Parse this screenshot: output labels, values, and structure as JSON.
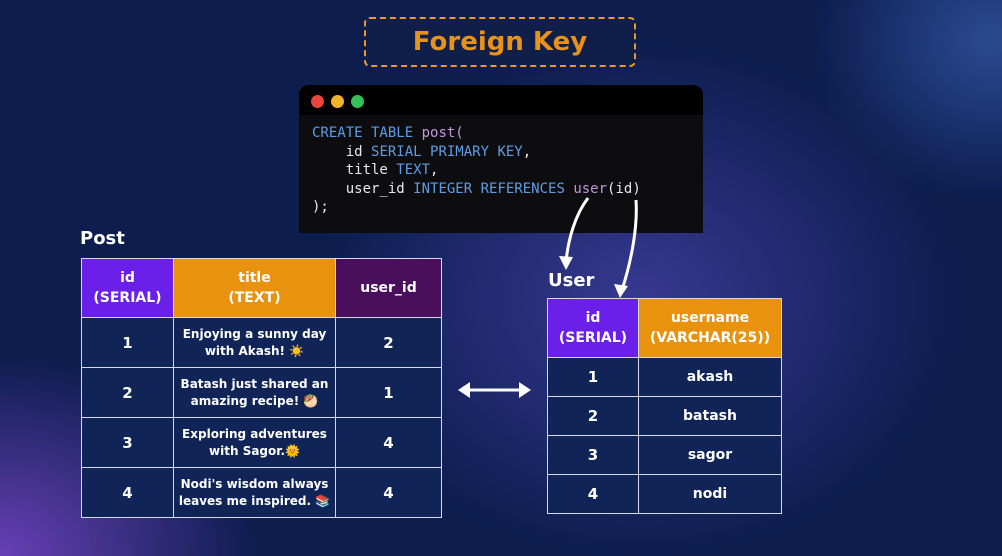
{
  "title": "Foreign Key",
  "code_lines": {
    "l1a": "CREATE TABLE",
    "l1b": " post(",
    "l2a": "    id ",
    "l2b": "SERIAL PRIMARY KEY",
    "l2c": ",",
    "l3a": "    title ",
    "l3b": "TEXT",
    "l3c": ",",
    "l4a": "    user_id ",
    "l4b": "INTEGER REFERENCES",
    "l4c": " ",
    "l4d": "user",
    "l4e": "(id)",
    "l5": ");"
  },
  "post_table": {
    "label": "Post",
    "headers": {
      "id": "id",
      "id_type": "(SERIAL)",
      "title": "title",
      "title_type": "(TEXT)",
      "user_id": "user_id"
    },
    "rows": [
      {
        "id": "1",
        "title_a": "Enjoying a sunny day",
        "title_b": "with Akash! ☀️",
        "user_id": "2"
      },
      {
        "id": "2",
        "title_a": "Batash just shared an",
        "title_b": "amazing recipe! 🥙",
        "user_id": "1"
      },
      {
        "id": "3",
        "title_a": "Exploring adventures",
        "title_b": "with Sagor.🌞",
        "user_id": "4"
      },
      {
        "id": "4",
        "title_a": "Nodi's wisdom always",
        "title_b": "leaves me inspired. 📚",
        "user_id": "4"
      }
    ]
  },
  "user_table": {
    "label": "User",
    "headers": {
      "id": "id",
      "id_type": "(SERIAL)",
      "username": "username",
      "username_type": "(VARCHAR(25))"
    },
    "rows": [
      {
        "id": "1",
        "username": "akash"
      },
      {
        "id": "2",
        "username": "batash"
      },
      {
        "id": "3",
        "username": "sagor"
      },
      {
        "id": "4",
        "username": "nodi"
      }
    ]
  },
  "colors": {
    "accent_orange": "#e8920e",
    "accent_purple": "#6a20e8",
    "header_dark": "#4a0f5c",
    "background": "#0c1d4e"
  }
}
